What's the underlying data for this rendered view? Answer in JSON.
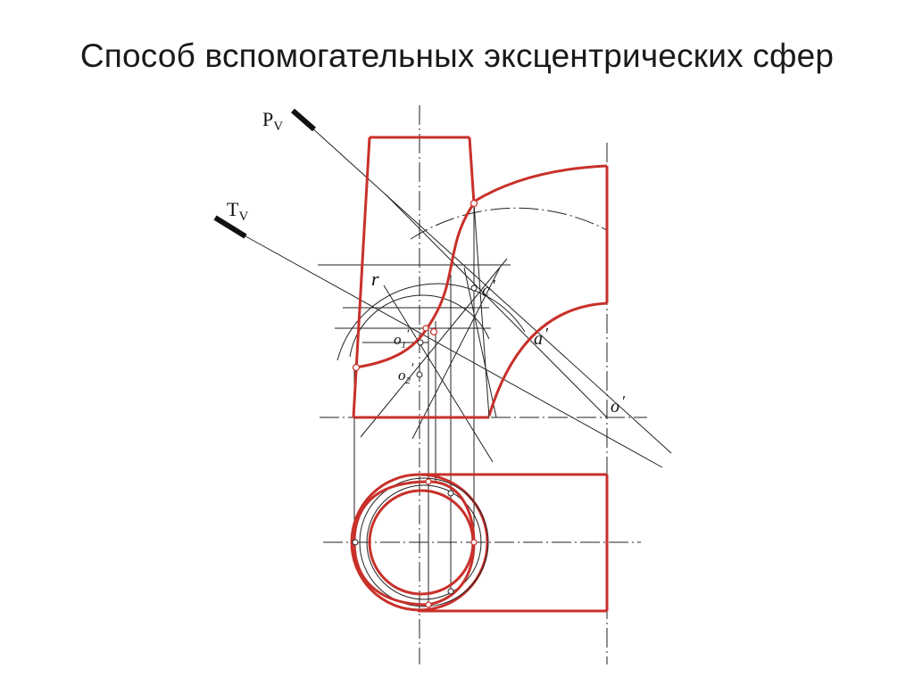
{
  "slide": {
    "title": "Способ вспомогательных  эксцентрических сфер"
  },
  "labels": {
    "pv_main": "P",
    "pv_sub": "V",
    "tv_main": "T",
    "tv_sub": "V",
    "r": "r",
    "c": "c",
    "c_prime": "′",
    "o1_main": "o",
    "o1_sub": "1",
    "o1_prime": "′",
    "o2_main": "o",
    "o2_sub": "2",
    "o2_prime": "′",
    "a": "a",
    "a_prime": "′",
    "o": "o",
    "o_prime": "′"
  },
  "colors": {
    "outline": "#c8302a",
    "construction": "#222222"
  }
}
